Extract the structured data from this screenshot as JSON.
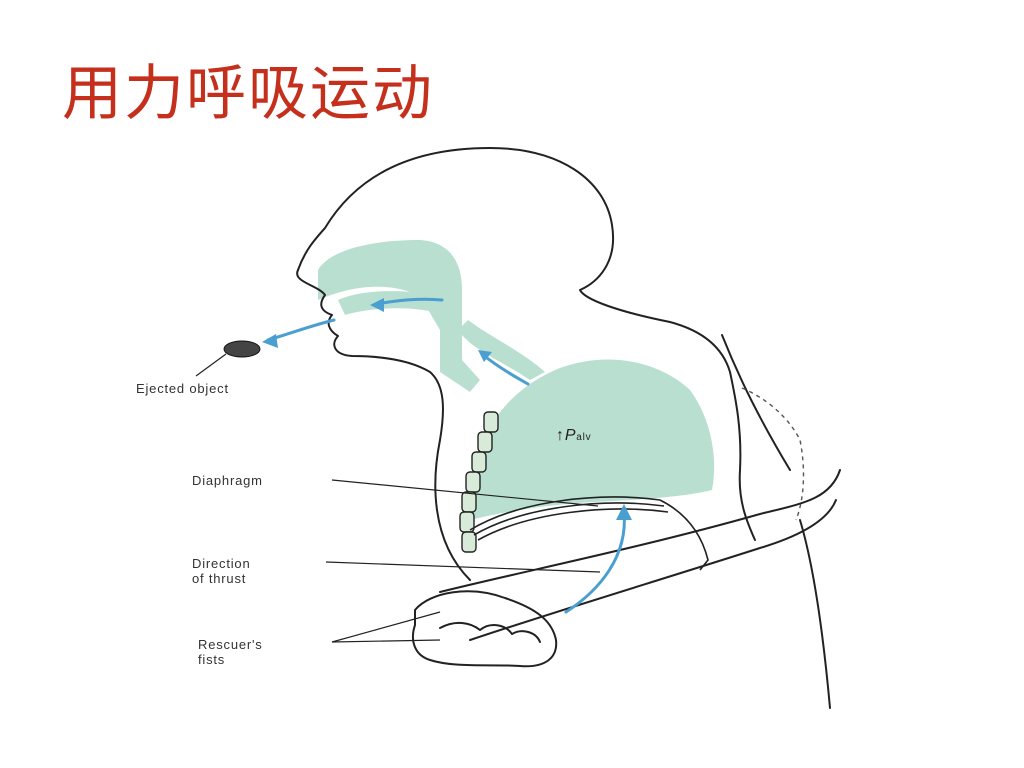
{
  "title": "用力呼吸运动",
  "labels": {
    "ejected_object": "Ejected object",
    "diaphragm": "Diaphragm",
    "direction_of_thrust": "Direction\nof thrust",
    "rescuers_fists": "Rescuer's\nfists",
    "pressure_symbol": "P",
    "pressure_subscript": "alv",
    "pressure_arrow": "↑"
  },
  "colors": {
    "title": "#c4301c",
    "airway_fill": "#b9dfd1",
    "flow_arrow": "#4a9fd0",
    "line": "#222222"
  }
}
